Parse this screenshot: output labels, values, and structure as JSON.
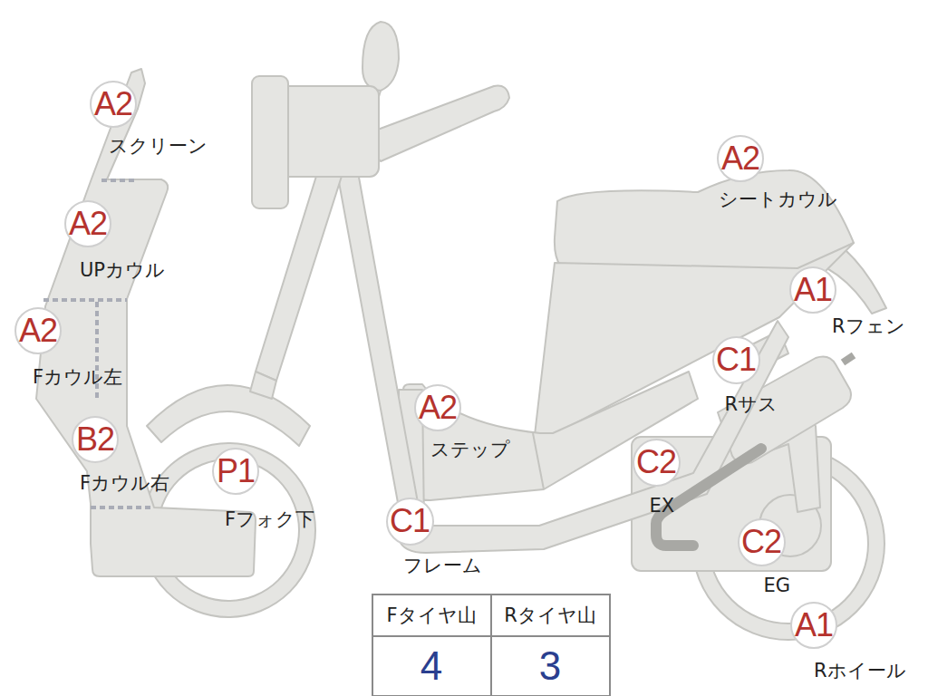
{
  "diagram": {
    "nodes": [
      {
        "text": [
          "A2",
          "スクリーン"
        ]
      },
      {
        "text": [
          "A2",
          "UPカウル"
        ]
      },
      {
        "text": [
          "A2",
          "Fカウル左"
        ]
      },
      {
        "text": [
          "B2",
          "Fカウル右"
        ]
      },
      {
        "text": [
          "P1",
          "Fフォク下"
        ]
      },
      {
        "text": [
          "A2",
          "ステップ"
        ]
      },
      {
        "text": [
          "C1",
          "フレーム"
        ]
      },
      {
        "text": [
          "A2",
          "シートカウル"
        ]
      },
      {
        "text": [
          "A1",
          "Rフェン"
        ]
      },
      {
        "text": [
          "C1",
          "Rサス"
        ]
      },
      {
        "text": [
          "C2",
          "EX"
        ]
      },
      {
        "text": [
          "C2",
          "EG"
        ]
      },
      {
        "text": [
          "A1",
          "Rホイール"
        ]
      }
    ],
    "labels": [
      "Fタイヤ山",
      "Rタイヤ山",
      "4",
      "3"
    ]
  }
}
